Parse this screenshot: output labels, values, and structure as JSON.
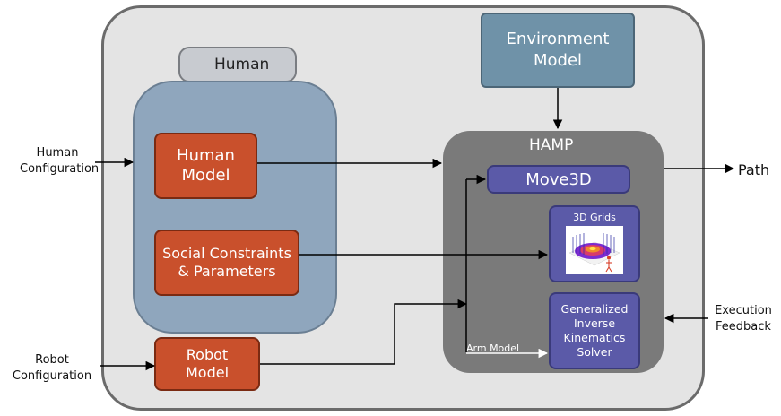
{
  "diagram": {
    "human_tab": "Human",
    "human_model": [
      "Human",
      "Model"
    ],
    "social_constraints": [
      "Social Constraints",
      "& Parameters"
    ],
    "robot_model": [
      "Robot",
      "Model"
    ],
    "environment_model": [
      "Environment",
      "Model"
    ],
    "hamp": "HAMP",
    "move3d": "Move3D",
    "grids_3d": "3D Grids",
    "gik": [
      "Generalized",
      "Inverse",
      "Kinematics",
      "Solver"
    ],
    "arm_model": "Arm Model",
    "human_configuration": [
      "Human",
      "Configuration"
    ],
    "robot_configuration": [
      "Robot",
      "Configuration"
    ],
    "path": "Path",
    "execution_feedback": [
      "Execution",
      "Feedback"
    ]
  },
  "colors": {
    "human_box": "#c9502c",
    "env_box": "#6f92a8",
    "hamp_panel": "#7a7a7a",
    "module_box": "#5b5aa8",
    "human_panel": "#8fa6bd"
  }
}
